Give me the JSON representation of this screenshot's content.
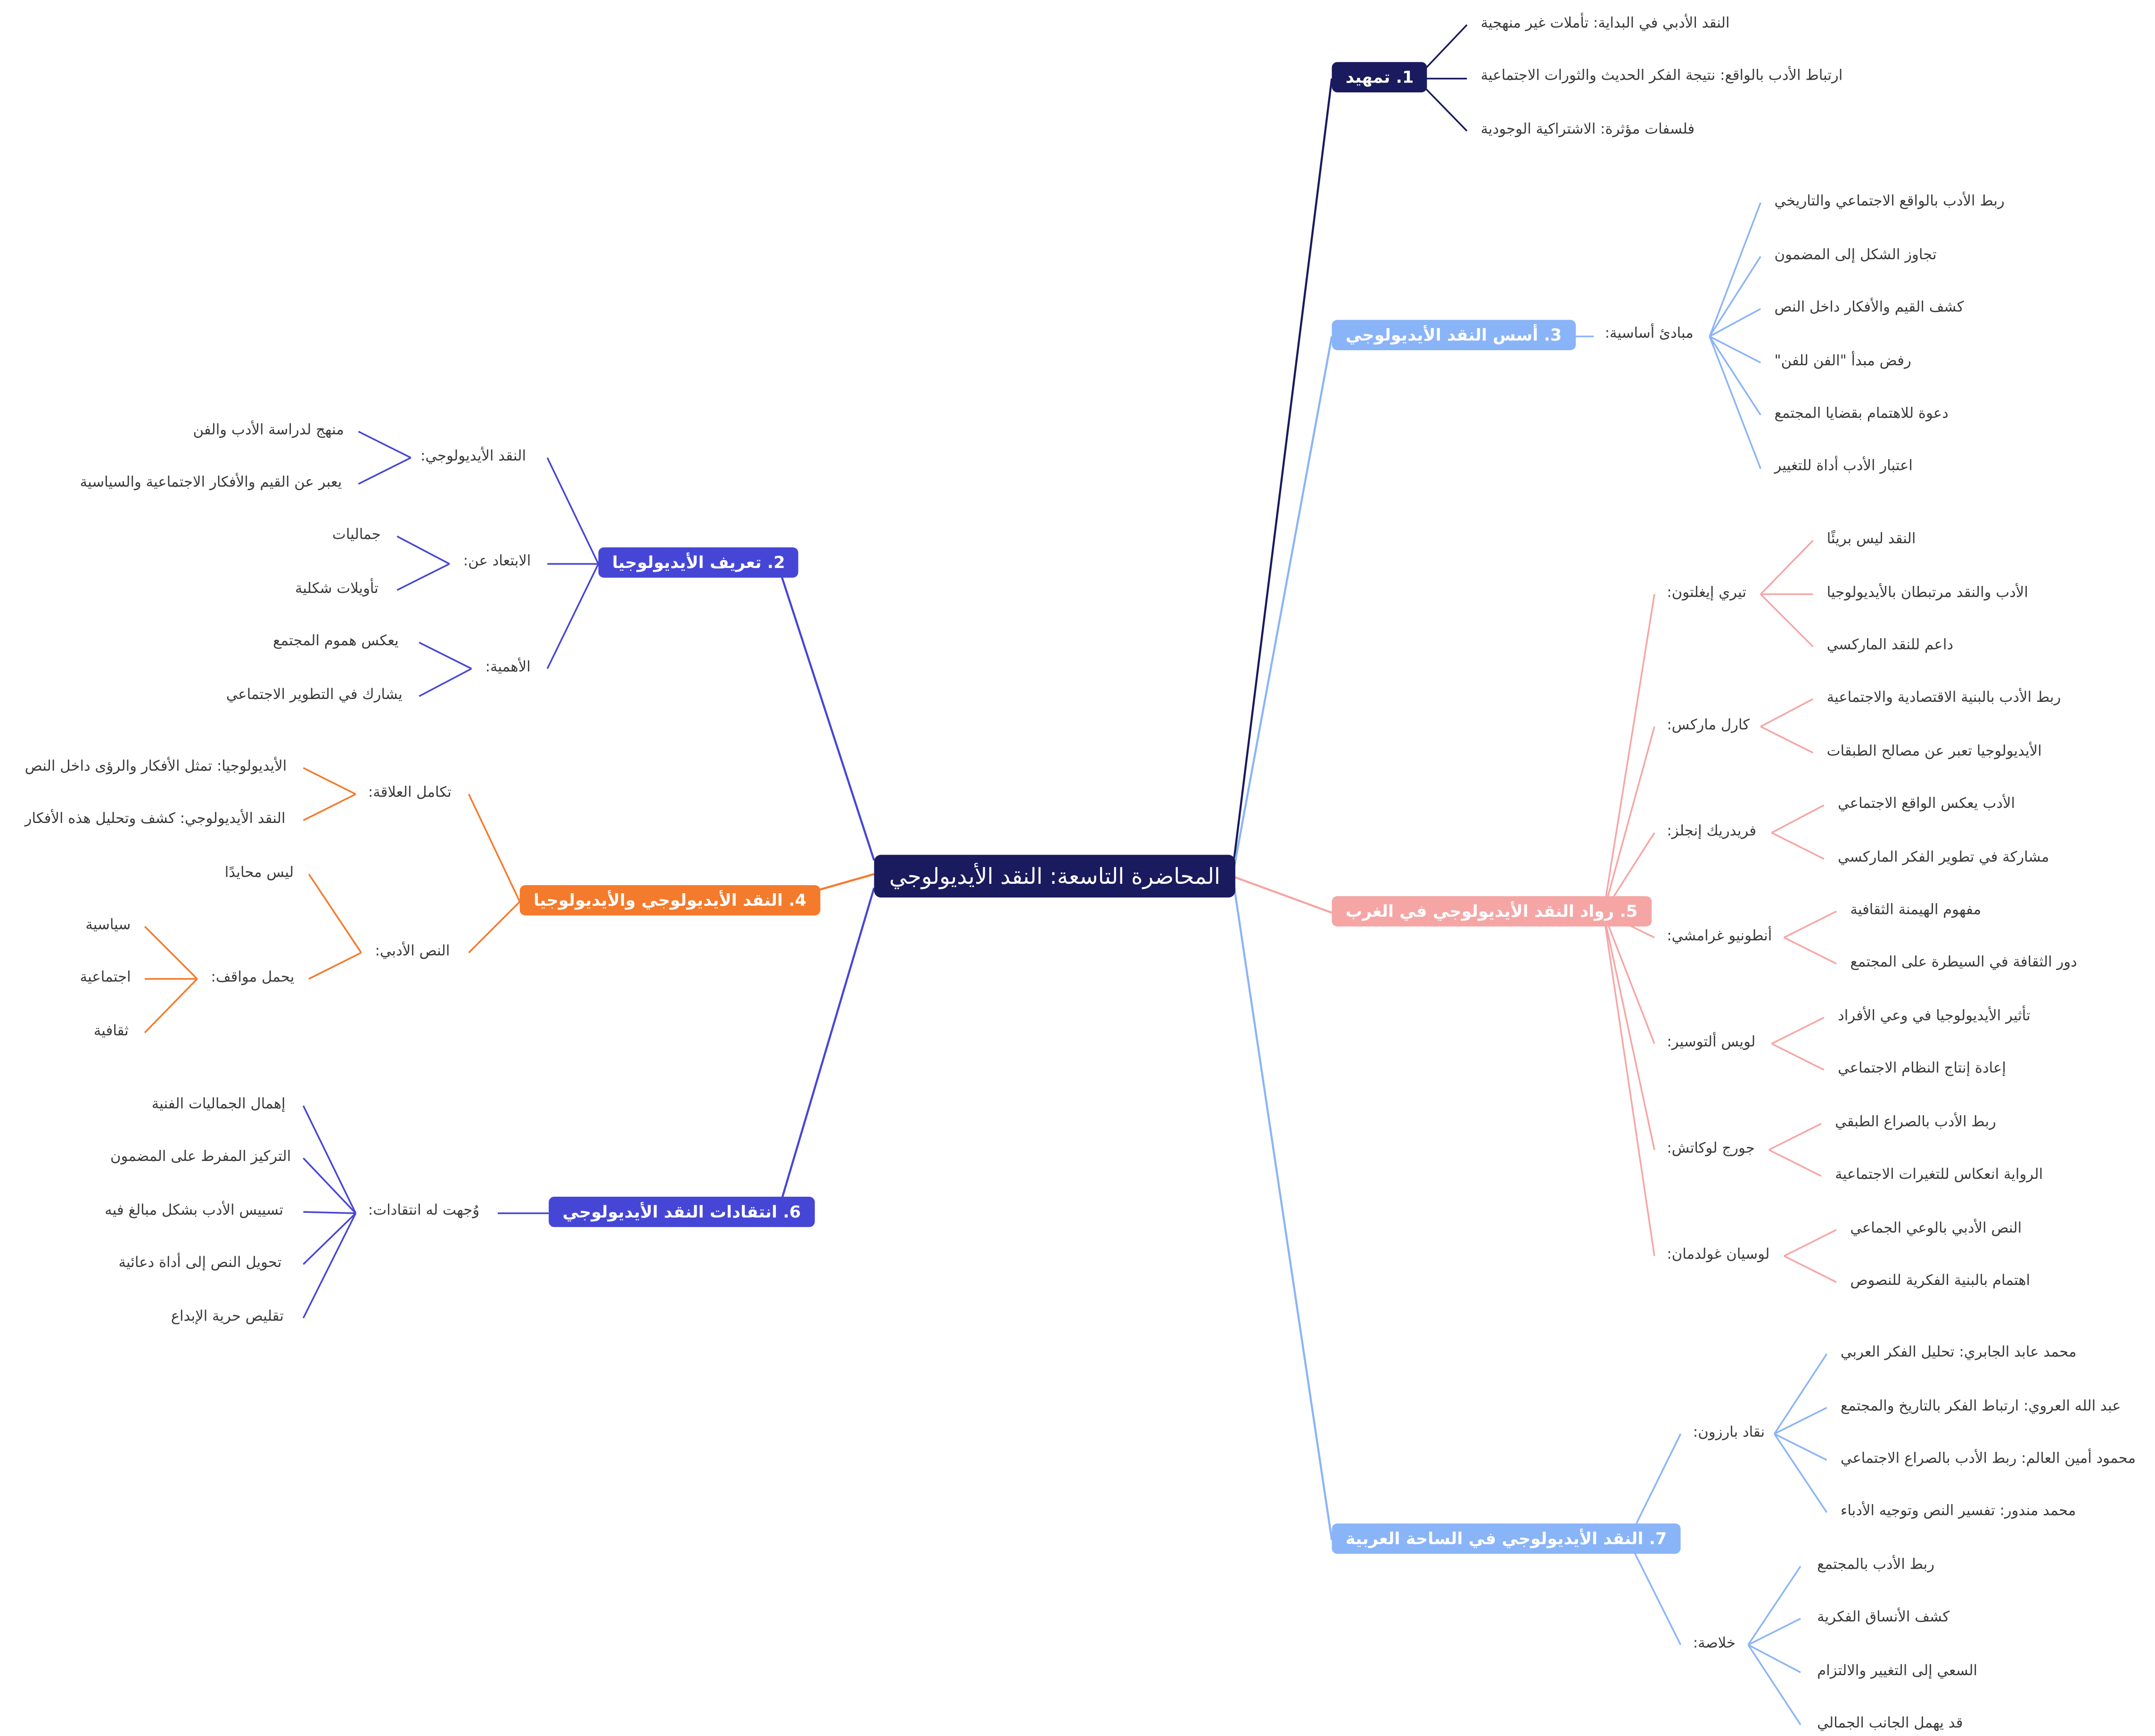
{
  "colors": {
    "navy": "#1a1a5e",
    "indigo": "#4646d6",
    "sky": "#8ab4f8",
    "salmon": "#f6a5a5",
    "orange": "#f47a2c"
  },
  "root": "المحاضرة التاسعة: النقد الأيديولوجي",
  "b1": {
    "label": "1. تمهيد",
    "c1": "النقد الأدبي في البداية: تأملات غير منهجية",
    "c2": "ارتباط الأدب بالواقع: نتيجة الفكر الحديث والثورات الاجتماعية",
    "c3": "فلسفات مؤثرة: الاشتراكية الوجودية"
  },
  "b3": {
    "label": "3. أسس النقد الأيديولوجي",
    "m1": "مبادئ أساسية:",
    "c1": "ربط الأدب بالواقع الاجتماعي والتاريخي",
    "c2": "تجاوز الشكل إلى المضمون",
    "c3": "كشف القيم والأفكار داخل النص",
    "c4": "رفض مبدأ \"الفن للفن\"",
    "c5": "دعوة للاهتمام بقضايا المجتمع",
    "c6": "اعتبار الأدب أداة للتغيير"
  },
  "b5": {
    "label": "5. رواد النقد الأيديولوجي في الغرب",
    "p1": {
      "name": "تيري إيغلتون:",
      "a": "النقد ليس بريئًا",
      "b": "الأدب والنقد مرتبطان بالأيديولوجيا",
      "c": "داعم للنقد الماركسي"
    },
    "p2": {
      "name": "كارل ماركس:",
      "a": "ربط الأدب بالبنية الاقتصادية والاجتماعية",
      "b": "الأيديولوجيا تعبر عن مصالح الطبقات"
    },
    "p3": {
      "name": "فريدريك إنجلز:",
      "a": "الأدب يعكس الواقع الاجتماعي",
      "b": "مشاركة في تطوير الفكر الماركسي"
    },
    "p4": {
      "name": "أنطونيو غرامشي:",
      "a": "مفهوم الهيمنة الثقافية",
      "b": "دور الثقافة في السيطرة على المجتمع"
    },
    "p5": {
      "name": "لويس ألتوسير:",
      "a": "تأثير الأيديولوجيا في وعي الأفراد",
      "b": "إعادة إنتاج النظام الاجتماعي"
    },
    "p6": {
      "name": "جورج لوكاتش:",
      "a": "ربط الأدب بالصراع الطبقي",
      "b": "الرواية انعكاس للتغيرات الاجتماعية"
    },
    "p7": {
      "name": "لوسيان غولدمان:",
      "a": "النص الأدبي بالوعي الجماعي",
      "b": "اهتمام بالبنية الفكرية للنصوص"
    }
  },
  "b7": {
    "label": "7. النقد الأيديولوجي في الساحة العربية",
    "m1": "نقاد بارزون:",
    "a1": "محمد عابد الجابري: تحليل الفكر العربي",
    "a2": "عبد الله العروي: ارتباط الفكر بالتاريخ والمجتمع",
    "a3": "محمود أمين العالم: ربط الأدب بالصراع الاجتماعي",
    "a4": "محمد مندور: تفسير النص وتوجيه الأدباء",
    "m2": "خلاصة:",
    "s1": "ربط الأدب بالمجتمع",
    "s2": "كشف الأنساق الفكرية",
    "s3": "السعي إلى التغيير والالتزام",
    "s4": "قد يهمل الجانب الجمالي"
  },
  "b2": {
    "label": "2. تعريف الأيديولوجيا",
    "m1": "النقد الأيديولوجي:",
    "m1a": "منهج لدراسة الأدب والفن",
    "m1b": "يعبر عن القيم والأفكار الاجتماعية والسياسية",
    "m2": "الابتعاد عن:",
    "m2a": "جماليات",
    "m2b": "تأويلات شكلية",
    "m3": "الأهمية:",
    "m3a": "يعكس هموم المجتمع",
    "m3b": "يشارك في التطوير الاجتماعي"
  },
  "b4": {
    "label": "4. النقد الأيديولوجي والأيديولوجيا",
    "m1": "تكامل العلاقة:",
    "m1a": "الأيديولوجيا: تمثل الأفكار والرؤى داخل النص",
    "m1b": "النقد الأيديولوجي: كشف وتحليل هذه الأفكار",
    "m2": "النص الأدبي:",
    "m2a": "ليس محايدًا",
    "m2b": "يحمل مواقف:",
    "m2b1": "سياسية",
    "m2b2": "اجتماعية",
    "m2b3": "ثقافية"
  },
  "b6": {
    "label": "6. انتقادات النقد الأيديولوجي",
    "m1": "وُجهت له انتقادات:",
    "c1": "إهمال الجماليات الفنية",
    "c2": "التركيز المفرط على المضمون",
    "c3": "تسييس الأدب بشكل مبالغ فيه",
    "c4": "تحويل النص إلى أداة دعائية",
    "c5": "تقليص حرية الإبداع"
  }
}
